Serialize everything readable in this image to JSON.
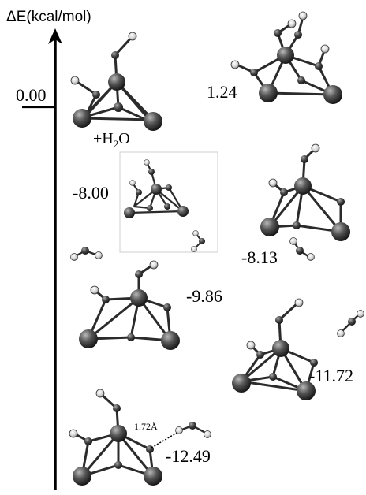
{
  "axis": {
    "title": "ΔE(kcal/mol)",
    "zero_label": "0.00"
  },
  "energies": {
    "e1": "1.24",
    "e2": "-8.00",
    "e3": "-8.13",
    "e4": "-9.86",
    "e5": "-11.72",
    "e6": "-12.49"
  },
  "reactant": {
    "plus": "+H",
    "sub": "2",
    "tail": "O"
  },
  "distance_label": "1.72Å",
  "colors": {
    "ink": "#000000",
    "bond": "#2b2b2b",
    "atom_dark": "#3a3a3a",
    "atom_light": "#dddddd",
    "box": "#cfcfcf"
  }
}
